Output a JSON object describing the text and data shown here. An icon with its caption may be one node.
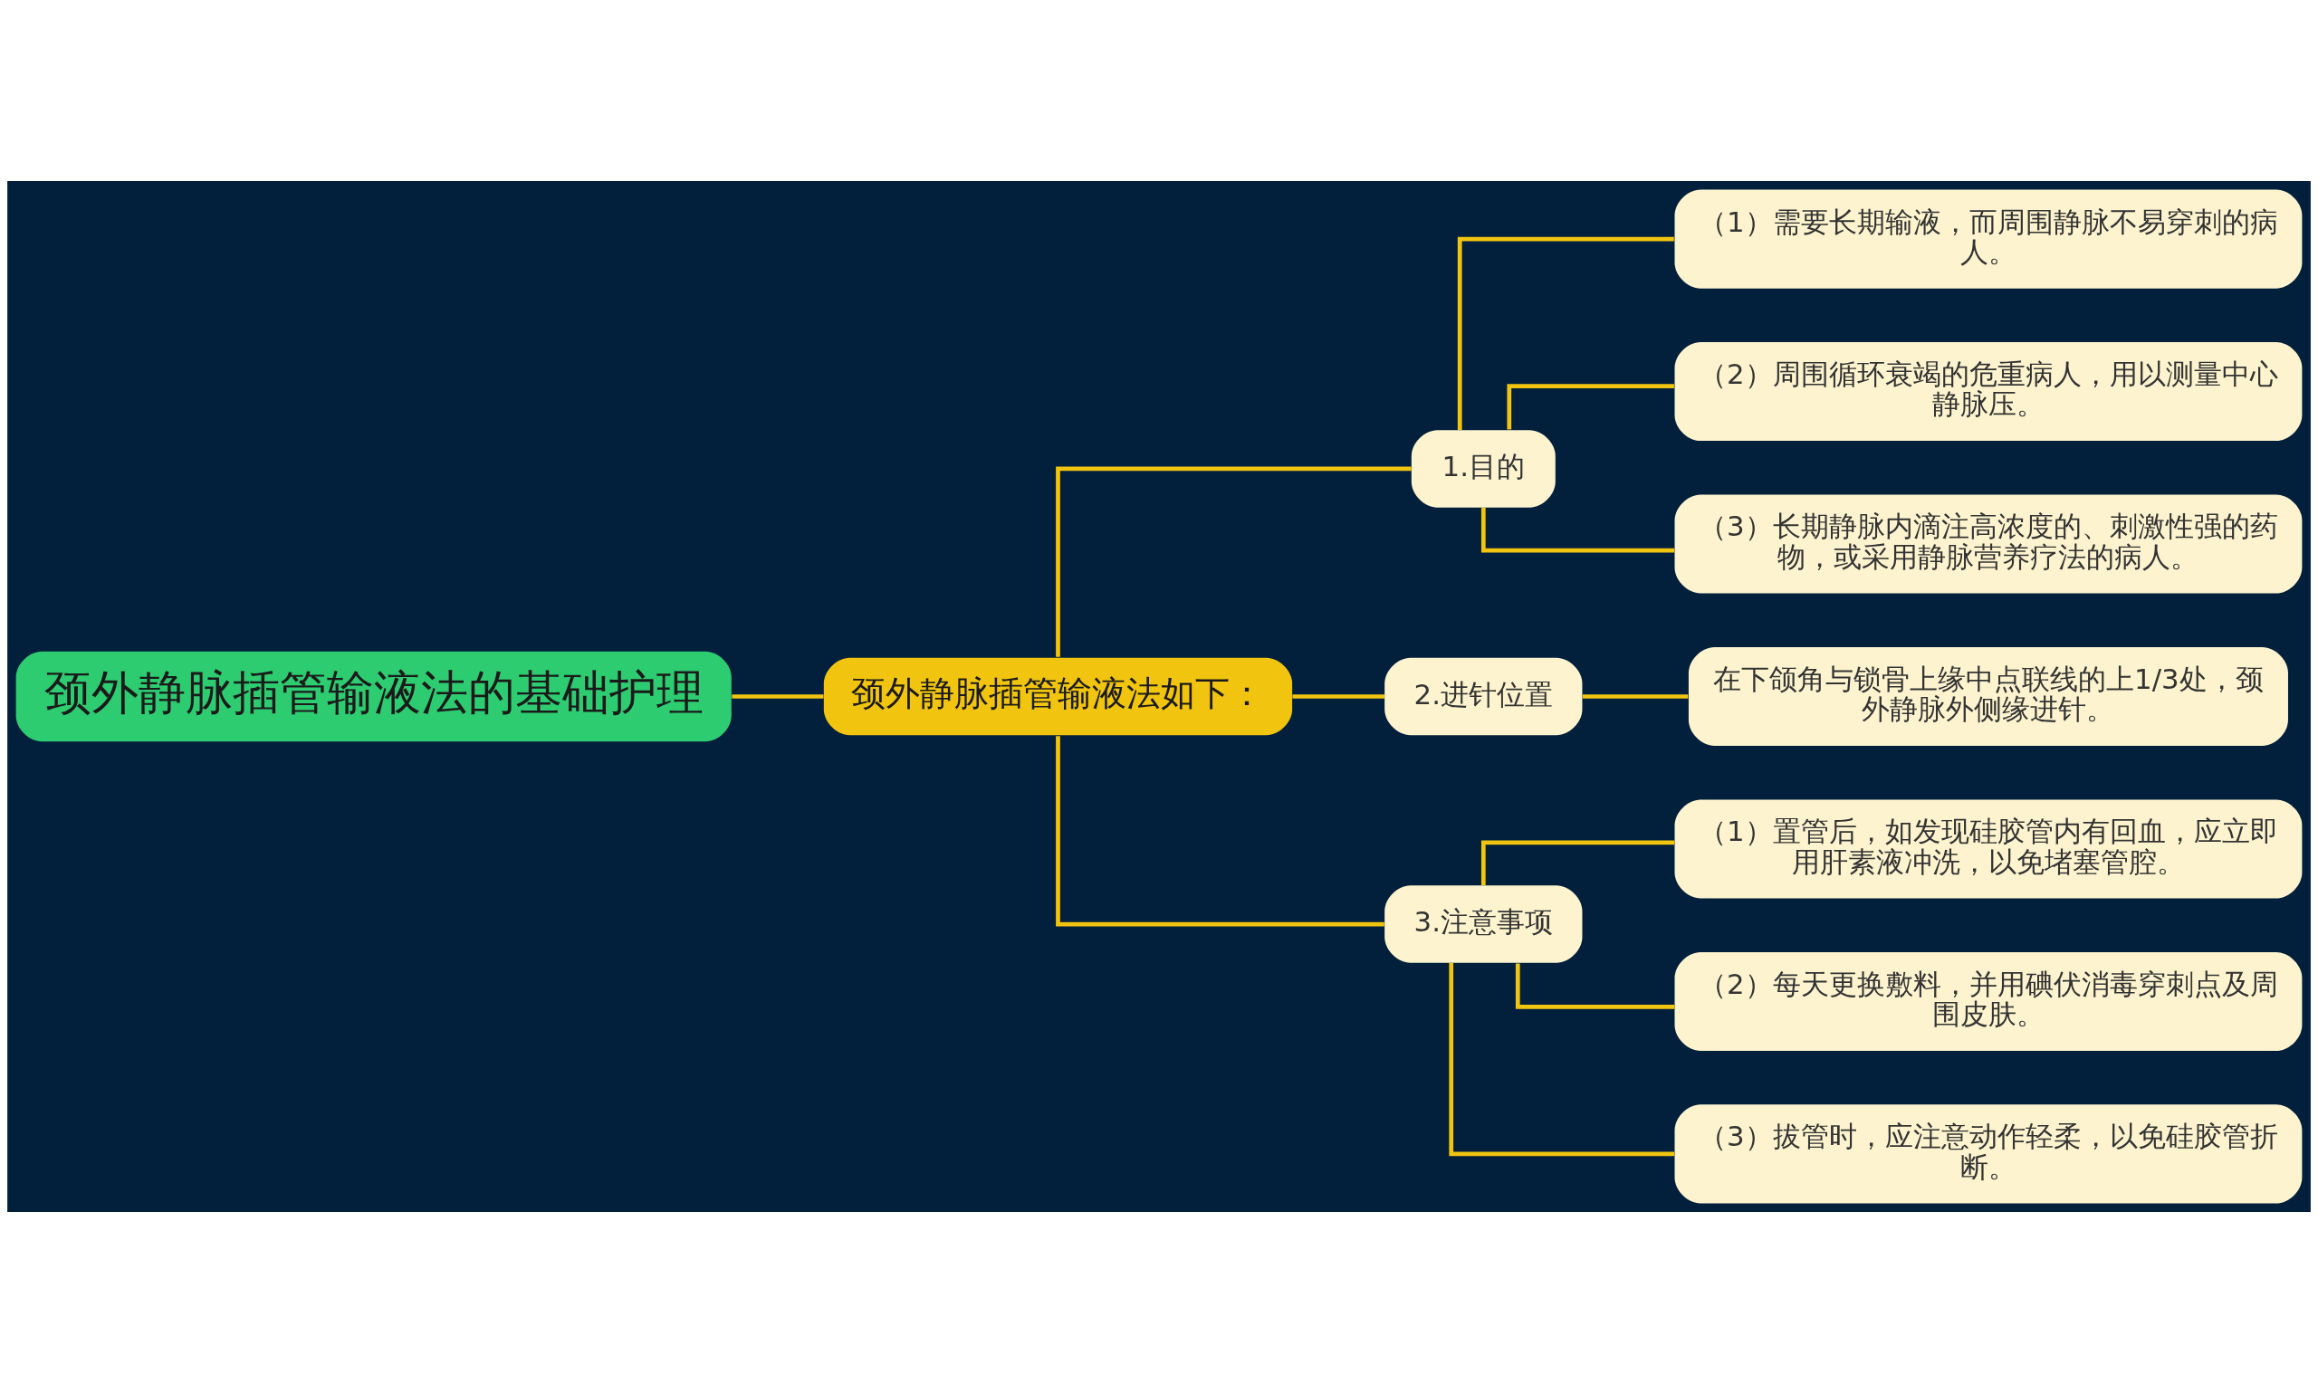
{
  "diagram": {
    "nodes": [
      {
        "text": [
          "颈外静脉插管输液法的基础护理"
        ]
      },
      {
        "text": [
          "颈外静脉插管输液法如下："
        ]
      },
      {
        "text": [
          "1.目的"
        ]
      },
      {
        "text": [
          "（1）需要长期输液，而周围静脉不易穿刺的病人。"
        ]
      },
      {
        "text": [
          "（2）周围循环衰竭的危重病人，用以测量中心静脉压。"
        ]
      },
      {
        "text": [
          "（3）长期静脉内滴注高浓度的、刺激性强的药物，或采用静脉营养疗法的病人。"
        ]
      },
      {
        "text": [
          "2.进针位置"
        ]
      },
      {
        "text": [
          "在下颌角与锁骨上缘中点联线的上1/3处，颈外静脉外侧缘进针。"
        ]
      },
      {
        "text": [
          "3.注意事项"
        ]
      },
      {
        "text": [
          "（1）置管后，如发现硅胶管内有回血，应立即用肝素液冲洗，以免堵塞管腔。"
        ]
      },
      {
        "text": [
          "（2）每天更换敷料，并用碘伏消毒穿刺点及周围皮肤。"
        ]
      },
      {
        "text": [
          "（3）拔管时，应注意动作轻柔，以免硅胶管折断。"
        ]
      }
    ],
    "edges": [
      {
        "from": 0,
        "to": 1,
        "arrow": "none"
      },
      {
        "from": 1,
        "to": 2,
        "arrow": "none"
      },
      {
        "from": 1,
        "to": 6,
        "arrow": "none"
      },
      {
        "from": 1,
        "to": 8,
        "arrow": "none"
      },
      {
        "from": 2,
        "to": 3,
        "arrow": "none"
      },
      {
        "from": 2,
        "to": 4,
        "arrow": "none"
      },
      {
        "from": 2,
        "to": 5,
        "arrow": "none"
      },
      {
        "from": 6,
        "to": 7,
        "arrow": "none"
      },
      {
        "from": 8,
        "to": 9,
        "arrow": "none"
      },
      {
        "from": 8,
        "to": 10,
        "arrow": "none"
      },
      {
        "from": 8,
        "to": 11,
        "arrow": "none"
      }
    ]
  }
}
